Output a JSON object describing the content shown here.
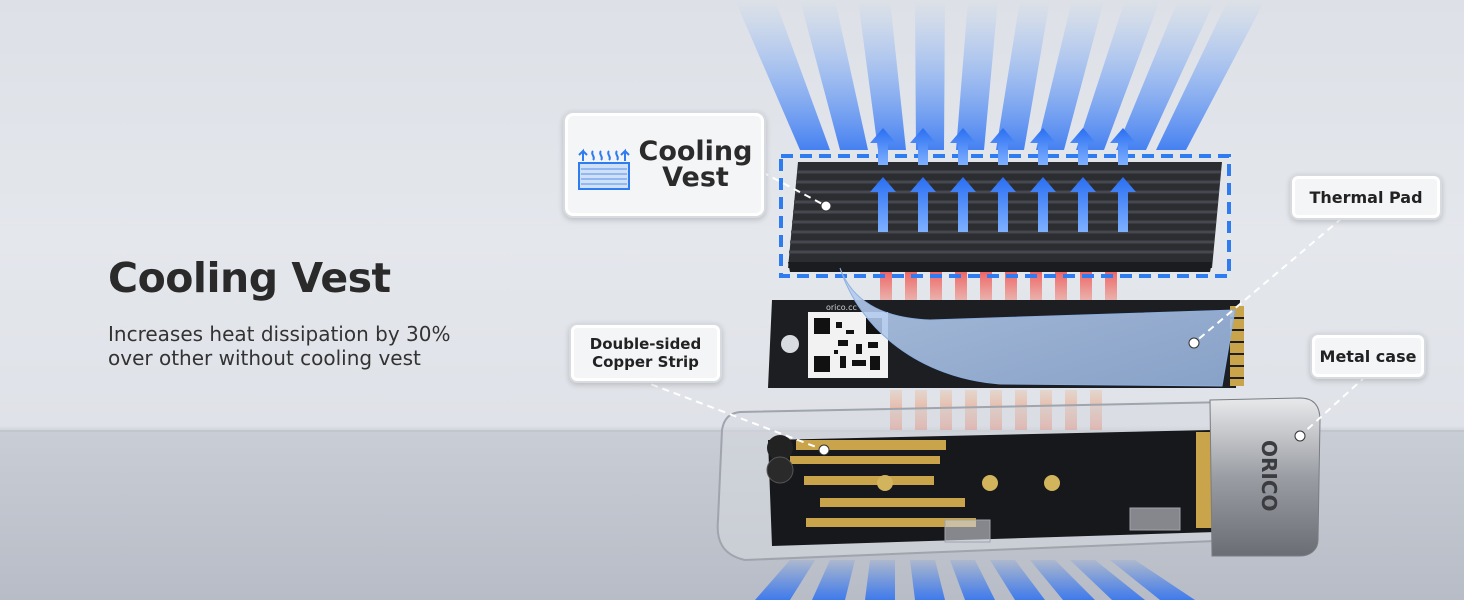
{
  "headline": "Cooling Vest",
  "description": [
    "Increases heat dissipation by 30%",
    "over other without cooling vest"
  ],
  "callouts": {
    "cooling_vest": [
      "Cooling",
      "Vest"
    ],
    "thermal_pad": "Thermal Pad",
    "copper_strip": [
      "Double-sided",
      "Copper Strip"
    ],
    "metal_case": "Metal case"
  },
  "ssd_label": "orico.cc",
  "brand": "ORICO",
  "colors": {
    "airflow_blue": "#1f6df0",
    "heat_red": "#f04a4a",
    "heatsink": "#2b2d31",
    "thermal_pad": "#a9c3e6",
    "copper": "#c9a44a",
    "callout_border": "#d7dade"
  }
}
